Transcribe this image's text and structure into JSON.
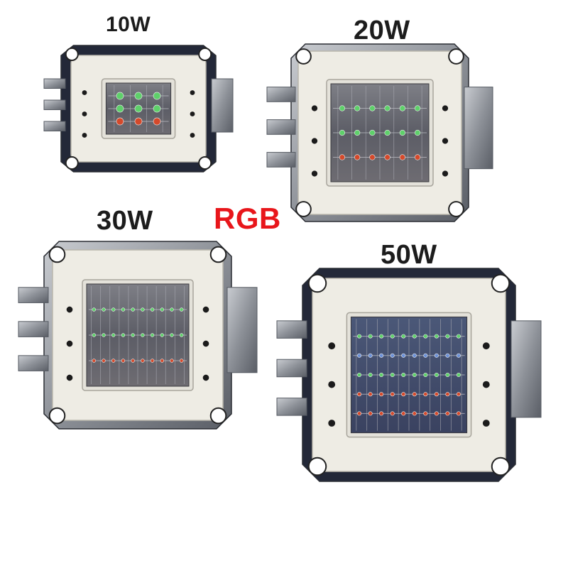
{
  "labels": {
    "w10": "10W",
    "w20": "20W",
    "w30": "30W",
    "rgb": "RGB",
    "w50": "50W"
  },
  "colors": {
    "rgb_label": "#e8161b",
    "text": "#1c1c1c",
    "module_body": "#eeece4",
    "heatsink_plate": "#232838",
    "led_red": "#d4492b",
    "led_green": "#5ed06a",
    "led_blue": "#6a8fd6"
  },
  "modules": [
    {
      "name": "10W",
      "led_grid": "3x3",
      "led_row_colors": [
        "green",
        "green",
        "red"
      ]
    },
    {
      "name": "20W",
      "led_grid": "3x6",
      "led_row_colors": [
        "green",
        "green",
        "red"
      ]
    },
    {
      "name": "30W",
      "led_grid": "3x10",
      "led_row_colors": [
        "green",
        "green",
        "red"
      ]
    },
    {
      "name": "50W",
      "led_grid": "5x10",
      "led_row_colors": [
        "green",
        "blue",
        "green",
        "red",
        "red"
      ]
    }
  ]
}
